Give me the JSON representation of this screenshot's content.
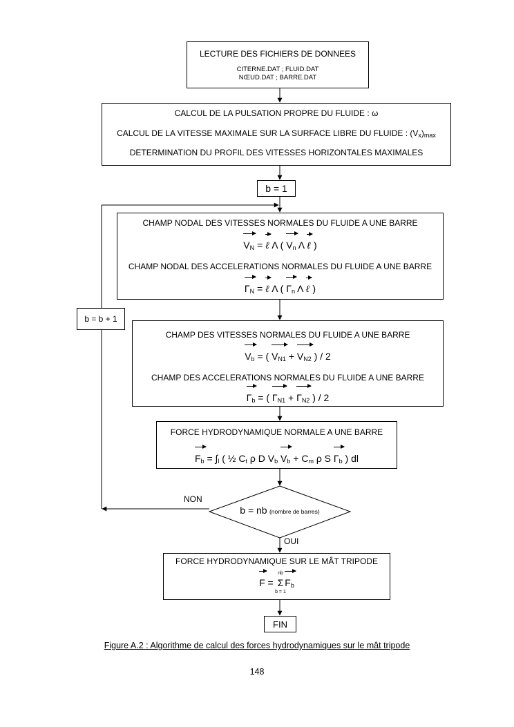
{
  "boxes": {
    "read_files": {
      "title": "LECTURE DES FICHIERS DE DONNEES",
      "line1": "CITERNE.DAT ; FLUID.DAT",
      "line2": "NŒUD.DAT ; BARRE.DAT"
    },
    "pulsation": {
      "line1": "CALCUL DE LA PULSATION PROPRE DU FLUIDE : ω",
      "line2_main": "CALCUL DE LA VITESSE MAXIMALE SUR LA SURFACE LIBRE DU FLUIDE : (V",
      "line2_sub_x": "x",
      "line2_close": ")",
      "line2_sub_max": "max",
      "line3": "DETERMINATION DU PROFIL DES VITESSES HORIZONTALES MAXIMALES"
    },
    "init": {
      "label": "b = 1"
    },
    "nodal": {
      "title1": "CHAMP NODAL DES VITESSES NORMALES DU FLUIDE A UNE BARRE",
      "title2": "CHAMP NODAL DES ACCELERATIONS NORMALES DU FLUIDE A UNE BARRE",
      "eq1": {
        "lhs": "V",
        "lhs_sub": "N",
        "eq": " = ",
        "ell": "ℓ",
        "wedge": " Λ ( ",
        "v": "V",
        "v_sub": "n",
        "wedge2": "  Λ  ",
        "ell2": "ℓ",
        "close": " )"
      },
      "eq2": {
        "lhs": "Γ",
        "lhs_sub": "N",
        "eq": " = ",
        "ell": "ℓ",
        "wedge": " Λ ( ",
        "v": "Γ",
        "v_sub": "n",
        "wedge2": "  Λ  ",
        "ell2": "ℓ",
        "close": " )"
      }
    },
    "increment": {
      "label": "b = b + 1"
    },
    "bar": {
      "title1": "CHAMP DES VITESSES NORMALES DU FLUIDE A UNE BARRE",
      "title2": "CHAMP DES ACCELERATIONS NORMALES DU FLUIDE A UNE BARRE",
      "eq1": {
        "lhs": "V",
        "lhs_sub": "b",
        "open": " = ( ",
        "a": "V",
        "a_sub": "N1",
        "plus": " + ",
        "b": "V",
        "b_sub": "N2",
        "close": " ) / 2"
      },
      "eq2": {
        "lhs": "Γ",
        "lhs_sub": "b",
        "open": " = ( ",
        "a": "Γ",
        "a_sub": "N1",
        "plus": " + ",
        "b": "Γ",
        "b_sub": "N2",
        "close": " ) / 2"
      }
    },
    "force_bar": {
      "title": "FORCE HYDRODYNAMIQUE NORMALE A UNE BARRE",
      "eq": {
        "lhs": "F",
        "lhs_sub": "b",
        "int": " = ∫",
        "int_sub": "l",
        "open": " ( ½ C",
        "ct_sub": "t",
        "mid1": " ρ D ",
        "v1": "V",
        "v1_sub": "b",
        "sp": " ",
        "v2": "V",
        "v2_sub": "b",
        "mid2": " + C",
        "cm_sub": "m",
        "mid3": " ρ S ",
        "g": "Γ",
        "g_sub": "b",
        "close": " ) dl"
      }
    },
    "decision": {
      "main": "b = nb",
      "note": "(nombre de barres)",
      "no_label": "NON",
      "yes_label": "OUI"
    },
    "force_total": {
      "title": "FORCE HYDRODYNAMIQUE SUR LE MÂT TRIPODE",
      "eq": {
        "lhs": "F",
        "eq": " = ",
        "sigma": "Σ",
        "sigma_up": "nb",
        "sigma_dn": "b = 1",
        "rhs": "F",
        "rhs_sub": "b"
      }
    },
    "end": {
      "label": "FIN"
    }
  },
  "caption": "Figure A.2 : Algorithme de calcul des forces hydrodynamiques sur le mât tripode",
  "page_number": "148"
}
